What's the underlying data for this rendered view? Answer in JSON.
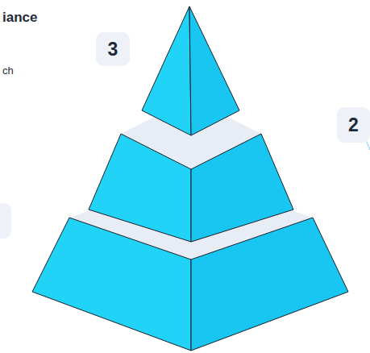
{
  "diagram": {
    "nodes": [
      {
        "text": [
          "3"
        ]
      },
      {
        "text": [
          "2"
        ]
      }
    ],
    "labels": [
      "iance",
      "ch"
    ]
  }
}
